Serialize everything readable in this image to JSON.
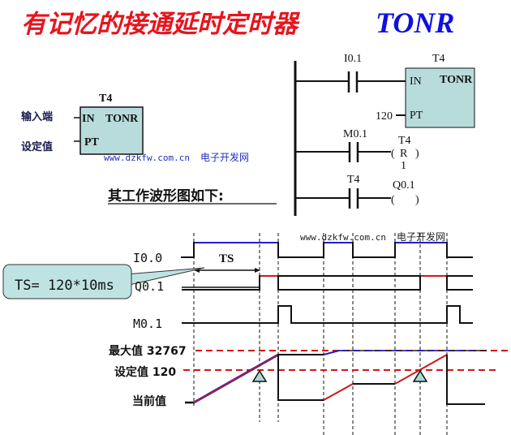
{
  "title": {
    "cn": "有记忆的接通延时定时器",
    "en": "TONR"
  },
  "block": {
    "name": "T4",
    "in": "IN",
    "type": "TONR",
    "pt": "PT",
    "input_label": "输入端",
    "preset_label": "设定值"
  },
  "watermark": {
    "url": "www.dzkfw.com.cn",
    "site": "电子开发网"
  },
  "ladder": {
    "rung1": {
      "contact": "I0.1",
      "timer": "T4",
      "in": "IN",
      "type": "TONR",
      "pt": "PT",
      "preset": "120"
    },
    "rung2": {
      "contact": "M0.1",
      "coil_name": "T4",
      "coil_op": "R",
      "coil_count": "1"
    },
    "rung3": {
      "contact": "T4",
      "coil_name": "Q0.1"
    }
  },
  "subtitle": "其工作波形图如下:",
  "waveform": {
    "signals": [
      "I0.0",
      "Q0.1",
      "M0.1"
    ],
    "ts_label": "TS",
    "callout": "TS= 120*10ms",
    "max_label": "最大值 32767",
    "preset_label": "设定值 120",
    "current_label": "当前值"
  },
  "colors": {
    "title": "#e8141c",
    "title_en": "#1010e0",
    "box_fill": "#b8dcdc",
    "red": "#d01818",
    "blue": "#2020c0"
  }
}
